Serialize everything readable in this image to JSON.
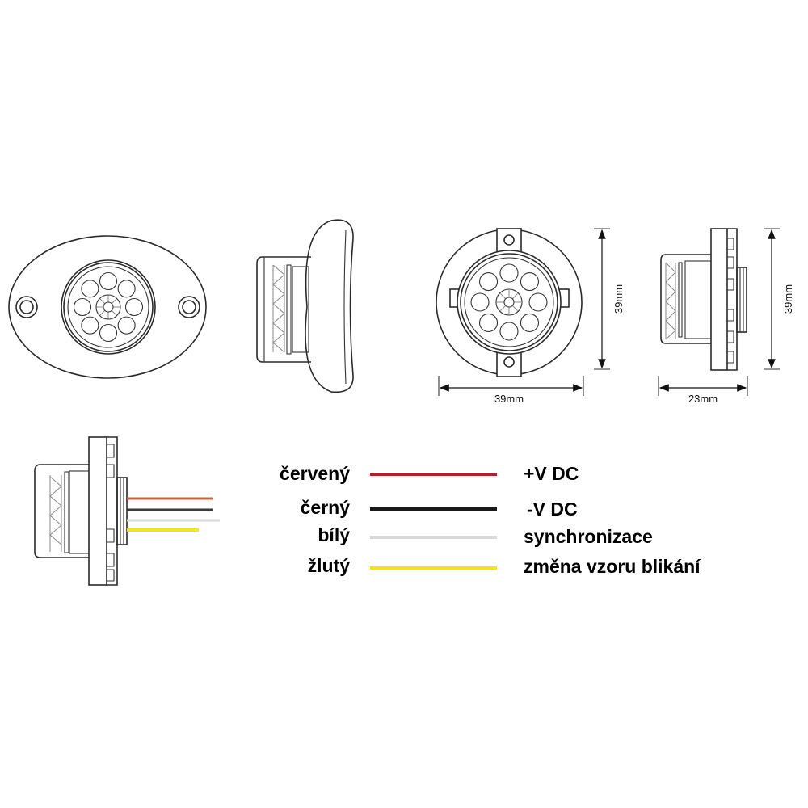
{
  "dimensions": {
    "front_height": "39mm",
    "front_width": "39mm",
    "side_height": "39mm",
    "side_depth": "23mm"
  },
  "wiring_legend": [
    {
      "color_name": "červený",
      "function": "+V DC",
      "color": "#b3202a"
    },
    {
      "color_name": "černý",
      "function": "-V DC",
      "color": "#1a1a1a"
    },
    {
      "color_name": "bílý",
      "function": "synchronizace",
      "color": "#d9d9d9"
    },
    {
      "color_name": "žlutý",
      "function": "změna vzoru blikání",
      "color": "#f2e41e"
    }
  ],
  "drawing_wire_colors": [
    "#c8603f",
    "#3a3a3a",
    "#d9d9d9",
    "#f2e41e"
  ]
}
